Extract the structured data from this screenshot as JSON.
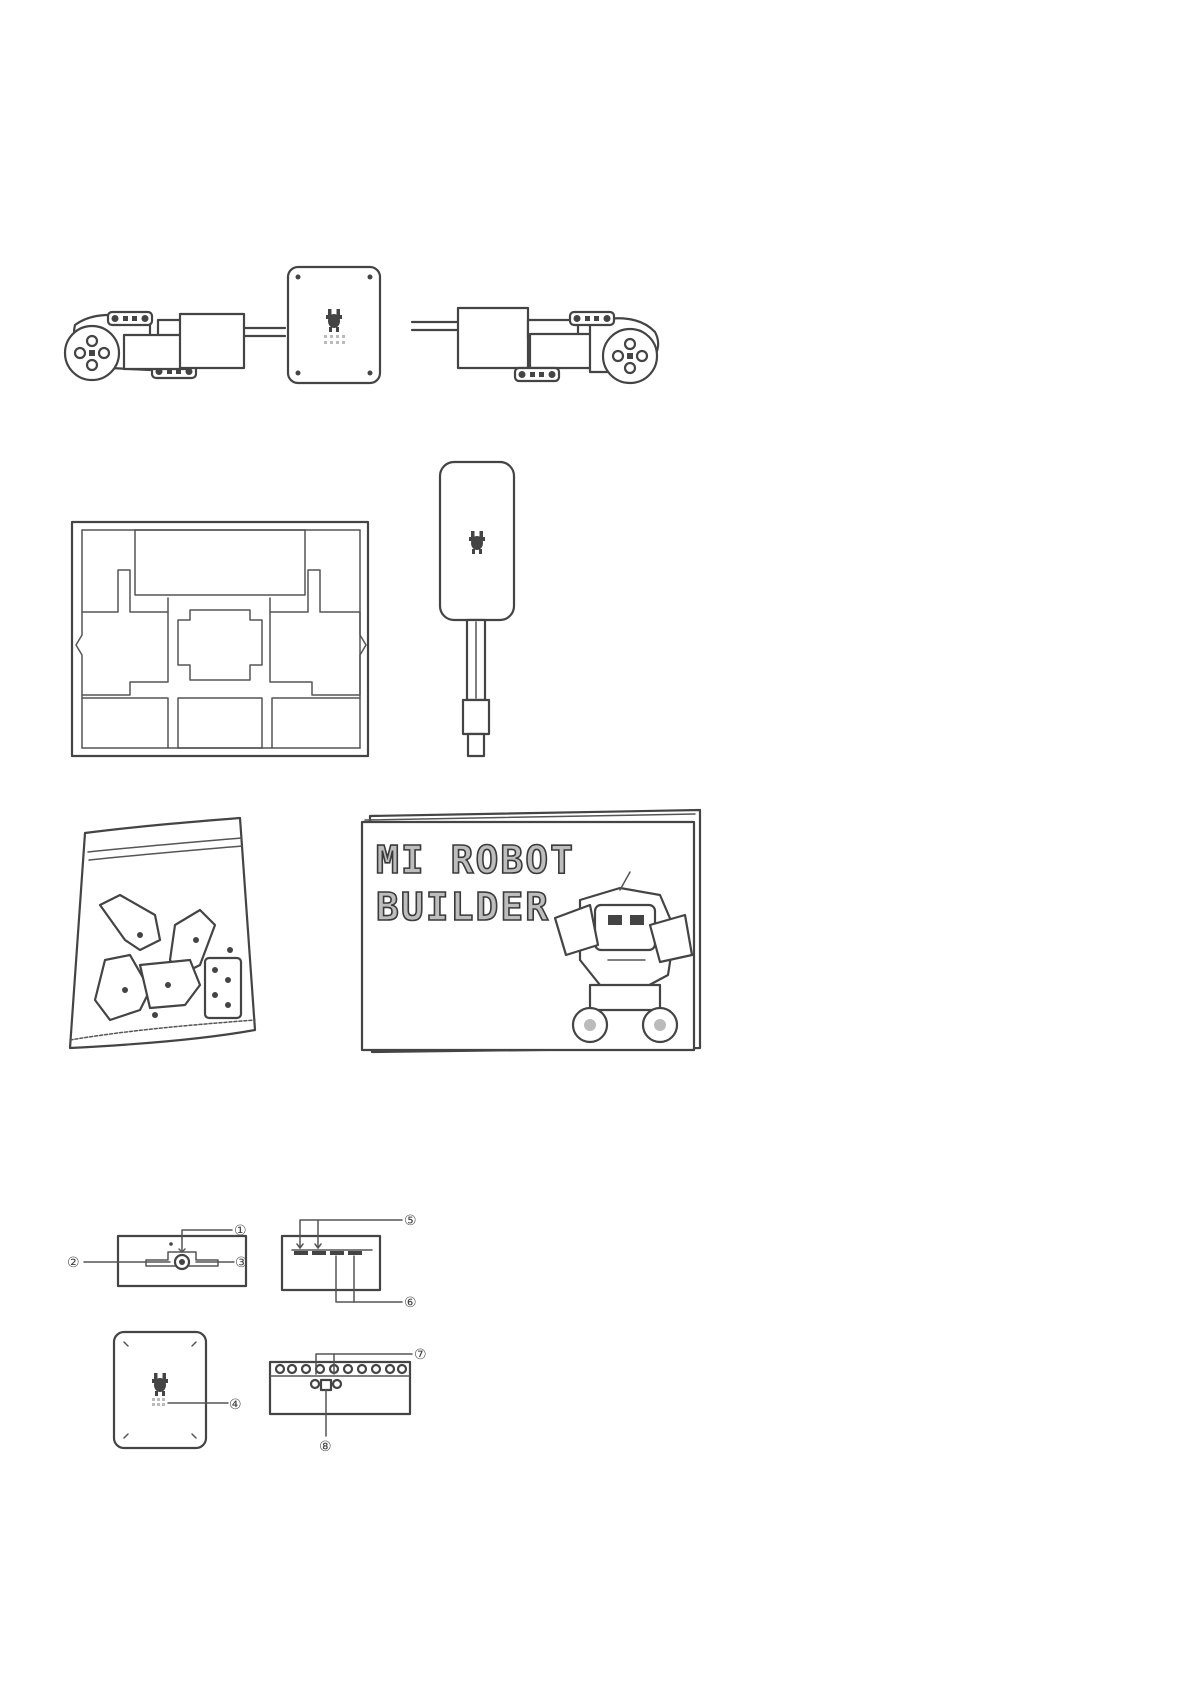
{
  "manual_title": {
    "line1": "MI ROBOT",
    "line2": "BUILDER"
  },
  "callouts": [
    "①",
    "②",
    "③",
    "④",
    "⑤",
    "⑥",
    "⑦",
    "⑧"
  ],
  "icons": [
    "mi-bunny-logo",
    "servo-motor",
    "wheel",
    "usb-cable",
    "parts-bag",
    "robot-illustration"
  ],
  "colors": {
    "line": "#444444",
    "fill": "#ffffff",
    "shade": "#bbbbbb"
  }
}
